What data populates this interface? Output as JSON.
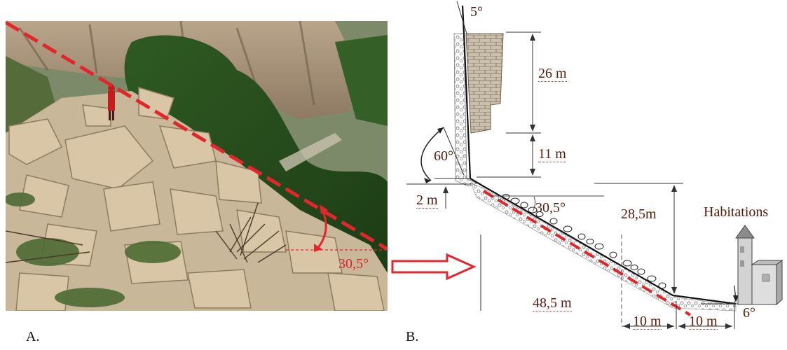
{
  "panel_a": {
    "label": "A.",
    "angle_label": "30,5°"
  },
  "panel_b": {
    "label": "B.",
    "dimensions": {
      "top_angle": "5°",
      "height_upper": "26 m",
      "height_lower": "11 m",
      "cliff_angle": "60°",
      "base_step": "2 m",
      "slope_angle": "30,5°",
      "drop_height": "28,5m",
      "horizontal_length": "48,5 m",
      "toe_length_1": "10 m",
      "toe_length_2": "10 m",
      "toe_angle": "6°"
    },
    "habitations_label": "Habitations"
  },
  "colors": {
    "dashed_line": "#e3262b",
    "arrow": "#e3262b",
    "dimension_text": "#5a1a0a"
  }
}
